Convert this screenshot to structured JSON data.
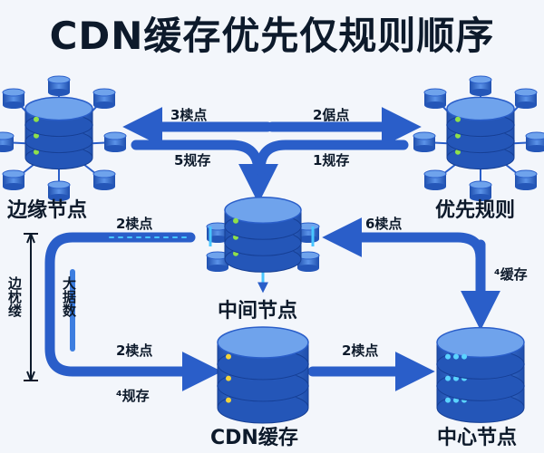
{
  "title": "CDN缓存优先仅规则顺序",
  "nodes": {
    "edge": "边缘节点",
    "priority": "优先规则",
    "middle": "中间节点",
    "cdn_cache": "CDN缓存",
    "center": "中心节点"
  },
  "labels": {
    "top_left_upper": "3椟点",
    "top_left_lower": "5规存",
    "top_right_upper": "2倨点",
    "top_right_lower": "1规存",
    "mid_left": "2椟点",
    "mid_right": "6椟点",
    "right_side": "⁴缓存",
    "low_left_upper": "2椟点",
    "low_left_lower": "⁴规存",
    "low_mid": "2椟点",
    "vert_outer": "边枕缕",
    "vert_inner": "大据数"
  },
  "colors": {
    "arrow_blue": "#3d7ee0",
    "arrow_dark": "#1f4fae",
    "db_light": "#6fa3ec",
    "db_dark": "#2456b8",
    "led_green": "#8fe04a",
    "led_yellow": "#f2d33a",
    "led_blue": "#5ad3ff",
    "highlight": "#48c6ff"
  }
}
